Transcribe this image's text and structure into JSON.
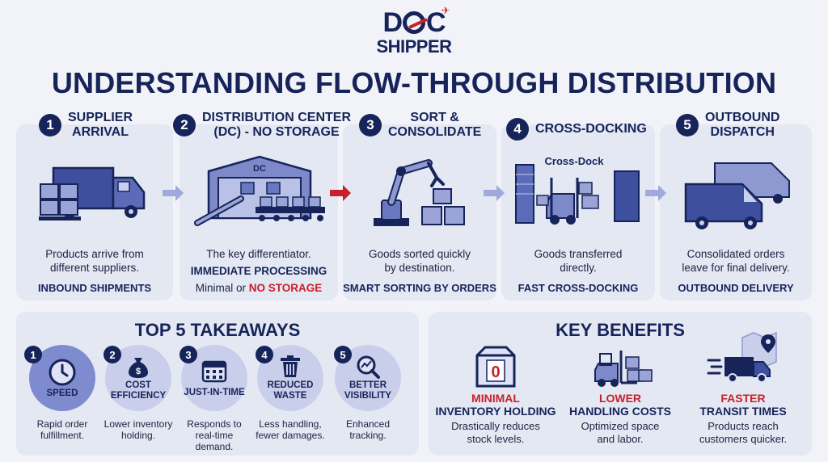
{
  "logo": {
    "line1_left": "D",
    "line1_right": "C",
    "line2": "SHIPPER"
  },
  "title": "UNDERSTANDING FLOW-THROUGH DISTRIBUTION",
  "steps": [
    {
      "num": "1",
      "title_l1": "SUPPLIER",
      "title_l2": "ARRIVAL",
      "desc_l1": "Products arrive from",
      "desc_l2": "different suppliers.",
      "tag": "INBOUND SHIPMENTS"
    },
    {
      "num": "2",
      "title_l1": "DISTRIBUTION CENTER",
      "title_l2": "(DC) - NO STORAGE",
      "illus_label": "DC",
      "desc_l1": "The key differentiator.",
      "desc_l2": "IMMEDIATE PROCESSING",
      "desc_l3a": "Minimal or ",
      "desc_l3b": "NO STORAGE"
    },
    {
      "num": "3",
      "title_l1": "SORT &",
      "title_l2": "CONSOLIDATE",
      "desc_l1": "Goods sorted quickly",
      "desc_l2": "by destination.",
      "tag": "SMART SORTING BY ORDERS"
    },
    {
      "num": "4",
      "title_l1": "CROSS-DOCKING",
      "illus_label": "Cross-Dock",
      "desc_l1": "Goods transferred",
      "desc_l2": "directly.",
      "tag": "FAST CROSS-DOCKING"
    },
    {
      "num": "5",
      "title_l1": "OUTBOUND",
      "title_l2": "DISPATCH",
      "desc_l1": "Consolidated orders",
      "desc_l2": "leave for final delivery.",
      "tag": "OUTBOUND DELIVERY"
    }
  ],
  "takeaways": {
    "title": "TOP 5 TAKEAWAYS",
    "items": [
      {
        "num": "1",
        "label_l1": "SPEED",
        "label_l2": "",
        "icon": "clock-icon",
        "desc_l1": "Rapid order",
        "desc_l2": "fulfillment.",
        "desc_l3": ""
      },
      {
        "num": "2",
        "label_l1": "COST",
        "label_l2": "EFFICIENCY",
        "icon": "money-bag-icon",
        "desc_l1": "Lower inventory",
        "desc_l2": "holding.",
        "desc_l3": ""
      },
      {
        "num": "3",
        "label_l1": "JUST-IN-TIME",
        "label_l2": "",
        "icon": "calendar-icon",
        "desc_l1": "Responds to",
        "desc_l2": "real-time",
        "desc_l3": "demand."
      },
      {
        "num": "4",
        "label_l1": "REDUCED",
        "label_l2": "WASTE",
        "icon": "trash-icon",
        "desc_l1": "Less handling,",
        "desc_l2": "fewer damages.",
        "desc_l3": ""
      },
      {
        "num": "5",
        "label_l1": "BETTER",
        "label_l2": "VISIBILITY",
        "icon": "magnifier-chart-icon",
        "desc_l1": "Enhanced",
        "desc_l2": "tracking.",
        "desc_l3": ""
      }
    ]
  },
  "benefits": {
    "title": "KEY BENEFITS",
    "items": [
      {
        "head_red": "MINIMAL",
        "head_navy": "INVENTORY HOLDING",
        "icon": "box-zero-icon",
        "icon_text": "0",
        "desc_l1": "Drastically reduces",
        "desc_l2": "stock levels."
      },
      {
        "head_red": "LOWER",
        "head_navy": "HANDLING COSTS",
        "icon": "forklift-icon",
        "desc_l1": "Optimized space",
        "desc_l2": "and labor."
      },
      {
        "head_red": "FASTER",
        "head_navy": "TRANSIT TIMES",
        "icon": "fast-truck-icon",
        "desc_l1": "Products reach",
        "desc_l2": "customers quicker."
      }
    ]
  },
  "colors": {
    "navy": "#16245a",
    "red": "#c8202a",
    "card": "#e4e8f3",
    "accent_light": "#9fa9dc"
  }
}
